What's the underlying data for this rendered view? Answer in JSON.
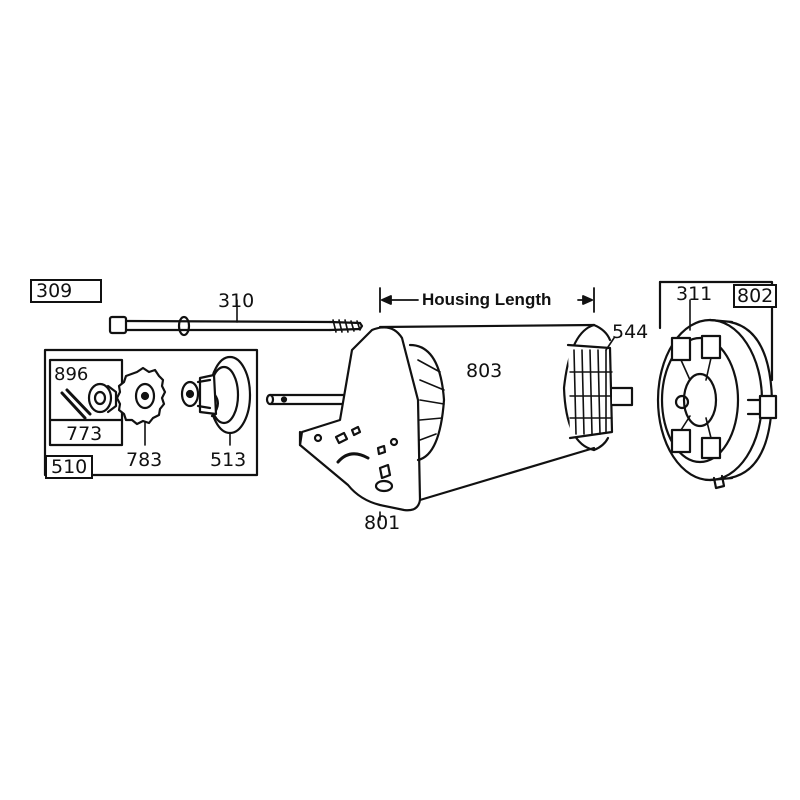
{
  "parts": {
    "p309": "309",
    "p310": "310",
    "p311": "311",
    "p510": "510",
    "p513": "513",
    "p544": "544",
    "p773": "773",
    "p783": "783",
    "p801": "801",
    "p802": "802",
    "p803": "803",
    "p896": "896"
  },
  "dimension": {
    "housing_length": "Housing Length"
  },
  "colors": {
    "ink": "#111111",
    "paper": "#ffffff"
  }
}
